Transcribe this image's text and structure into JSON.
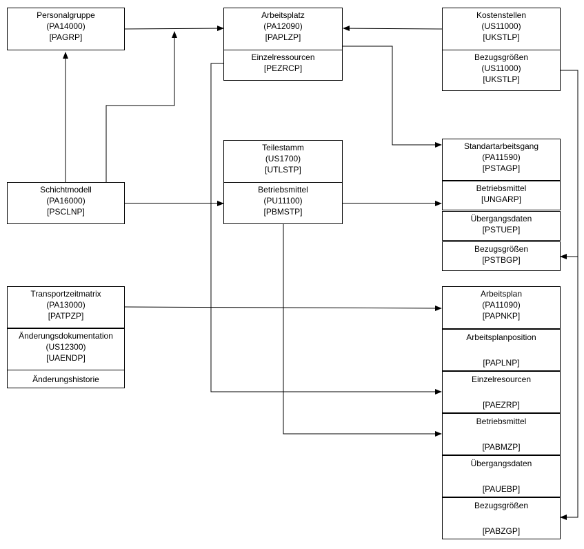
{
  "boxes": {
    "personalgruppe": {
      "name": "Personalgruppe",
      "code": "(PA14000)",
      "table": "[PAGRP]"
    },
    "arbeitsplatz": {
      "name": "Arbeitsplatz",
      "code": "(PA12090)",
      "table": "[PAPLZP]"
    },
    "einzelressourcen": {
      "name": "Einzelressourcen",
      "table": "[PEZRCP]"
    },
    "kostenstellen": {
      "name": "Kostenstellen",
      "code": "(US11000)",
      "table": "[UKSTLP]"
    },
    "bezugsgroessen_ks": {
      "name": "Bezugsgrößen",
      "code": "(US11000)",
      "table": "[UKSTLP]"
    },
    "teilestamm": {
      "name": "Teilestamm",
      "code": "(US1700)",
      "table": "[UTLSTP]"
    },
    "schichtmodell": {
      "name": "Schichtmodell",
      "code": "(PA16000)",
      "table": "[PSCLNP]"
    },
    "betriebsmittel_pu": {
      "name": "Betriebsmittel",
      "code": "(PU11100)",
      "table": "[PBMSTP]"
    },
    "standardarbeitsgang": {
      "name": "Standartarbeitsgang",
      "code": "(PA11590)",
      "table": "[PSTAGP]"
    },
    "sag_betriebsmittel": {
      "name": "Betriebsmittel",
      "table": "[UNGARP]"
    },
    "sag_uebergangsdaten": {
      "name": "Übergangsdaten",
      "table": "[PSTUEP]"
    },
    "sag_bezugsgroessen": {
      "name": "Bezugsgrößen",
      "table": "[PSTBGP]"
    },
    "transportzeitmatrix": {
      "name": "Transportzeitmatrix",
      "code": "(PA13000)",
      "table": "[PATPZP]"
    },
    "aenderungsdokumentation": {
      "name": "Änderungsdokumentation",
      "code": "(US12300)",
      "table": "[UAENDP]"
    },
    "aenderungshistorie": {
      "name": "Änderungshistorie"
    },
    "arbeitsplan": {
      "name": "Arbeitsplan",
      "code": "(PA11090)",
      "table": "[PAPNKP]"
    },
    "ap_arbeitsplanposition": {
      "name": "Arbeitsplanposition",
      "table": "[PAPLNP]"
    },
    "ap_einzelresourcen": {
      "name": "Einzelresourcen",
      "table": "[PAEZRP]"
    },
    "ap_betriebsmittel": {
      "name": "Betriebsmittel",
      "table": "[PABMZP]"
    },
    "ap_uebergangsdaten": {
      "name": "Übergangsdaten",
      "table": "[PAUEBP]"
    },
    "ap_bezugsgroessen": {
      "name": "Bezugsgrößen",
      "table": "[PABZGP]"
    }
  },
  "colors": {
    "line": "#000000",
    "border": "#000000",
    "background": "#ffffff"
  }
}
